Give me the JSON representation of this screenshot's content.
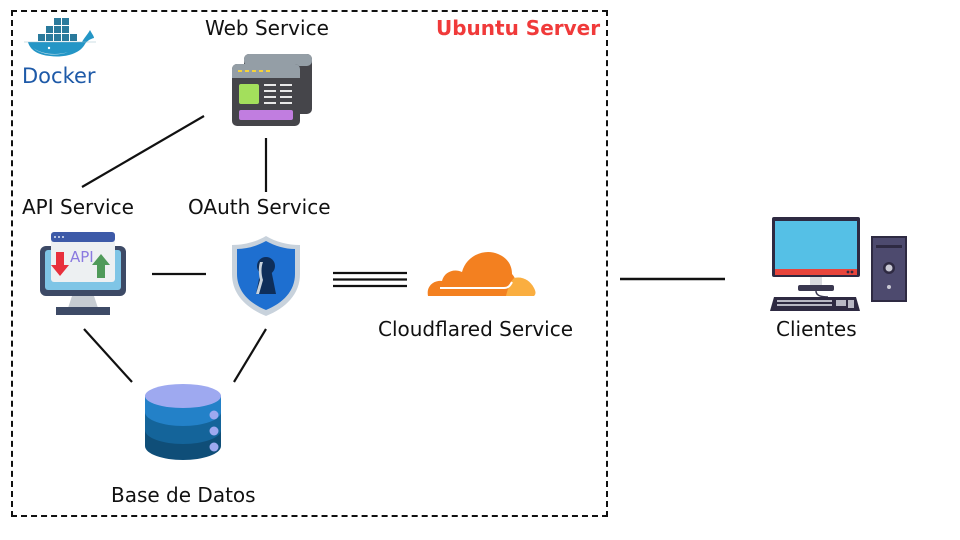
{
  "diagram": {
    "container": {
      "title": "Ubuntu Server",
      "title_color": "#f03a3a",
      "runtime_label": "Docker",
      "runtime_label_color": "#1e5aa8"
    },
    "nodes": [
      {
        "id": "web",
        "label": "Web Service",
        "icon": "web-window-icon"
      },
      {
        "id": "api",
        "label": "API Service",
        "icon": "api-monitor-icon"
      },
      {
        "id": "oauth",
        "label": "OAuth Service",
        "icon": "shield-keyhole-icon"
      },
      {
        "id": "db",
        "label": "Base de Datos",
        "icon": "database-icon"
      },
      {
        "id": "cloudflared",
        "label": "Cloudflared Service",
        "icon": "cloudflare-cloud-icon"
      },
      {
        "id": "clients",
        "label": "Clientes",
        "icon": "desktop-computer-icon"
      }
    ],
    "edges": [
      {
        "from": "api",
        "to": "web",
        "style": "single"
      },
      {
        "from": "oauth",
        "to": "web",
        "style": "single"
      },
      {
        "from": "api",
        "to": "oauth",
        "style": "single"
      },
      {
        "from": "api",
        "to": "db",
        "style": "single"
      },
      {
        "from": "oauth",
        "to": "db",
        "style": "single"
      },
      {
        "from": "oauth",
        "to": "cloudflared",
        "style": "triple"
      },
      {
        "from": "cloudflared",
        "to": "clients",
        "style": "single"
      }
    ]
  }
}
